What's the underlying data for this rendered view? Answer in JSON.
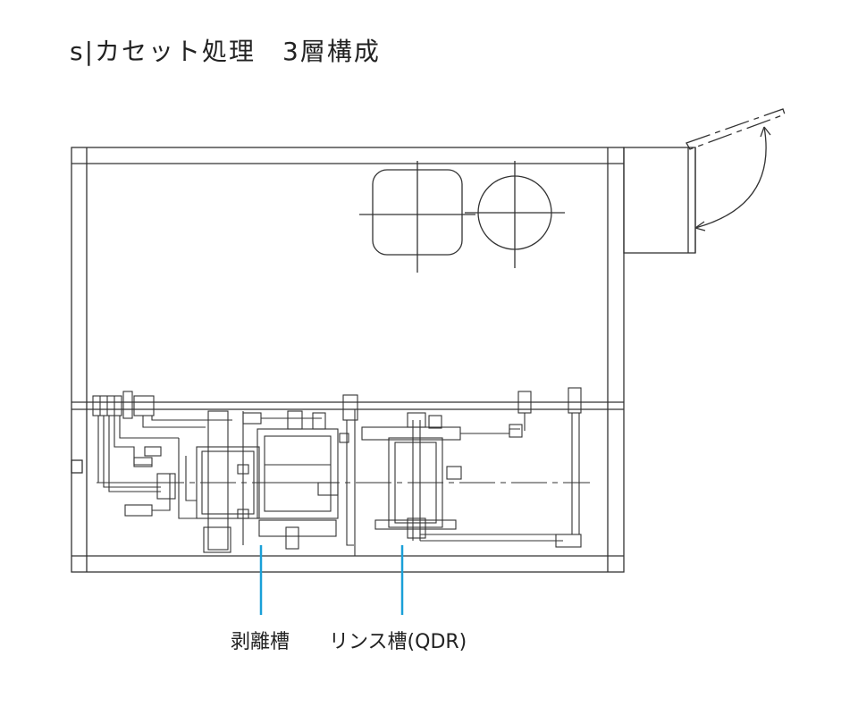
{
  "title": "s|カセット処理　3層構成",
  "labels": {
    "stripping_tank": "剥離槽",
    "rinse_tank": "リンス槽(QDR)"
  },
  "colors": {
    "line": "#333333",
    "leader": "#1aa0d8"
  }
}
